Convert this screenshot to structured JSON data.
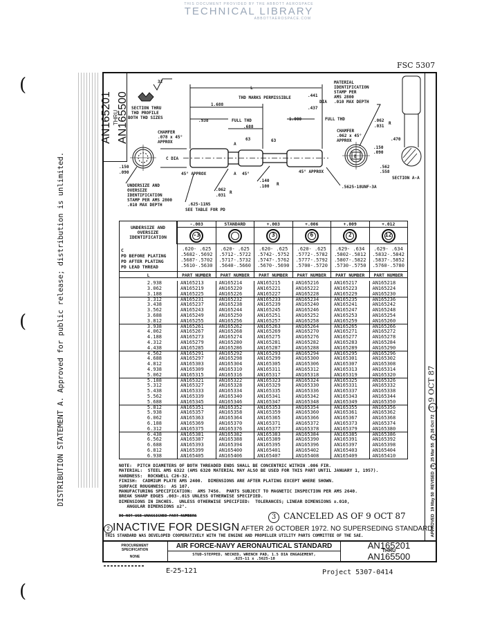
{
  "watermark": {
    "line1": "THIS DOCUMENT PROVIDED BY THE ABBOTT AEROSPACE",
    "line2": "TECHNICAL LIBRARY",
    "line3": "ABBOTTAEROSPACE.COM"
  },
  "fsc": "FSC 5307",
  "distribution": "DISTRIBUTION STATEMENT A.  Approved for public release; distribution is unlimited.",
  "side_title": {
    "first": "AN165201",
    "thru": "THRU",
    "last": "AN165500"
  },
  "revisions": {
    "approved": "APPROVED",
    "approved_date": "19 May 50",
    "revised": "REVISED",
    "r1": "1",
    "r1_date": "25 Mar 55",
    "r2": "2",
    "r2_date": "26 Oct 72",
    "r3": "3",
    "r3_date": "9 OCT 87"
  },
  "drawing": {
    "surface": "32",
    "section_thru": "SECTION THRU",
    "thd_profile": "THD PROFILE",
    "both_thd": "BOTH THD SIZES",
    "L": "L",
    "thd_marks": "THD MARKS PERMISSIBLE",
    "dia_max": ".441",
    "dia_min": ".437",
    "dia": "DIA",
    "d1688": "1.688",
    "d938": ".938",
    "full_thd": "FULL THD",
    "d688": ".688",
    "r63": "63",
    "d1000": "1.000",
    "chamfer": "CHAMFER",
    "chamfer_l": ".078 x 45°",
    "chamfer_r": ".062 x 45°",
    "approx": "APPROX",
    "approx45": "45° APPROX",
    "deg45": "45°",
    "c_dia": "C DIA",
    "sec_a": "A",
    "r140": ".140",
    "r100": ".100",
    "r_label": "R",
    "r062": ".062",
    "r031": ".031",
    "thread_l": ".625-11NS",
    "see_table": "SEE TABLE FOR PD",
    "thread_r": ".5625-18UNF-3A",
    "d150": ".150",
    "d090": ".090",
    "stamp_l": [
      "UNDERSIZE AND",
      "OVERSIZE",
      "IDENTIFICATION",
      "STAMP PER AMS 2800",
      ".010 MAX DEPTH"
    ],
    "stamp_r": [
      "MATERIAL",
      "IDENTIFICATION",
      "STAMP PER",
      "AMS 2800",
      ".010 MAX DEPTH"
    ],
    "d470": ".470",
    "d562": ".562",
    "d558": ".558",
    "section_aa": "SECTION A-A",
    "stamp_mark": "E"
  },
  "table": {
    "ident_label": "UNDERSIZE AND OVERSIZE IDENTIFICATION",
    "spec_labels": [
      "C",
      "PD BEFORE PLATING",
      "PD AFTER PLATING",
      "PD LEAD THREAD"
    ],
    "L_header": "L",
    "columns": [
      {
        "label": "-.003",
        "symbol": "-3",
        "c": ".620- .625",
        "pd_before": ".5682-.5692",
        "pd_after": ".5687-.5702",
        "pd_lead": ".5610-.5630",
        "part_header": "PART NUMBER"
      },
      {
        "label": "STANDARD",
        "symbol": "",
        "c": ".620- .625",
        "pd_before": ".5712-.5722",
        "pd_after": ".5717-.5732",
        "pd_lead": ".5640-.5660",
        "part_header": "PART NUMBER"
      },
      {
        "label": "+.003",
        "symbol": "3",
        "c": ".620- .625",
        "pd_before": ".5742-.5752",
        "pd_after": ".5747-.5762",
        "pd_lead": ".5670-.5690",
        "part_header": "PART NUMBER"
      },
      {
        "label": "+.006",
        "symbol": "6",
        "c": ".620- .625",
        "pd_before": ".5772-.5782",
        "pd_after": ".5777-.5792",
        "pd_lead": ".5700-.5720",
        "part_header": "PART NUMBER"
      },
      {
        "label": "+.009",
        "symbol": "2",
        "c": ".629- .634",
        "pd_before": ".5802-.5812",
        "pd_after": ".5807-.5822",
        "pd_lead": ".5730-.5750",
        "part_header": "PART NUMBER"
      },
      {
        "label": "+.012",
        "symbol": "12",
        "c": ".629- .634",
        "pd_before": ".5832-.5842",
        "pd_after": ".5837-.5852",
        "pd_lead": ".5760-.5780",
        "part_header": "PART NUMBER"
      }
    ],
    "rows": [
      {
        "L": "2.938",
        "parts": [
          "AN165213",
          "AN165214",
          "AN165215",
          "AN165216",
          "AN165217",
          "AN165218"
        ]
      },
      {
        "L": "3.062",
        "parts": [
          "AN165219",
          "AN165220",
          "AN165221",
          "AN165222",
          "AN165223",
          "AN165224"
        ]
      },
      {
        "L": "3.188",
        "parts": [
          "AN165225",
          "AN165226",
          "AN165227",
          "AN165228",
          "AN165229",
          "AN165230"
        ]
      },
      {
        "L": "3.312",
        "parts": [
          "AN165231",
          "AN165232",
          "AN165233",
          "AN165234",
          "AN165235",
          "AN165236"
        ]
      },
      {
        "L": "3.438",
        "parts": [
          "AN165237",
          "AN165238",
          "AN165239",
          "AN165240",
          "AN165241",
          "AN165242"
        ]
      },
      {
        "L": "3.562",
        "parts": [
          "AN165243",
          "AN165244",
          "AN165245",
          "AN165246",
          "AN165247",
          "AN165248"
        ]
      },
      {
        "L": "3.688",
        "parts": [
          "AN165249",
          "AN165250",
          "AN165251",
          "AN165252",
          "AN165253",
          "AN165254"
        ]
      },
      {
        "L": "3.812",
        "parts": [
          "AN165255",
          "AN165256",
          "AN165257",
          "AN165258",
          "AN165259",
          "AN165260"
        ]
      },
      {
        "L": "3.938",
        "parts": [
          "AN165261",
          "AN165262",
          "AN165263",
          "AN165264",
          "AN165265",
          "AN165266"
        ]
      },
      {
        "L": "4.062",
        "parts": [
          "AN165267",
          "AN165268",
          "AN165269",
          "AN165270",
          "AN165271",
          "AN165272"
        ]
      },
      {
        "L": "4.188",
        "parts": [
          "AN165273",
          "AN165274",
          "AN165275",
          "AN165276",
          "AN165277",
          "AN165278"
        ]
      },
      {
        "L": "4.312",
        "parts": [
          "AN165279",
          "AN165280",
          "AN165281",
          "AN165282",
          "AN165283",
          "AN165284"
        ]
      },
      {
        "L": "4.438",
        "parts": [
          "AN165285",
          "AN165286",
          "AN165287",
          "AN165288",
          "AN165289",
          "AN165290"
        ]
      },
      {
        "L": "4.562",
        "parts": [
          "AN165291",
          "AN165292",
          "AN165293",
          "AN165294",
          "AN165295",
          "AN165296"
        ]
      },
      {
        "L": "4.688",
        "parts": [
          "AN165297",
          "AN165298",
          "AN165299",
          "AN165300",
          "AN165301",
          "AN165302"
        ]
      },
      {
        "L": "4.812",
        "parts": [
          "AN165303",
          "AN165304",
          "AN165305",
          "AN165306",
          "AN165307",
          "AN165308"
        ]
      },
      {
        "L": "4.938",
        "parts": [
          "AN165309",
          "AN165310",
          "AN165311",
          "AN165312",
          "AN165313",
          "AN165314"
        ]
      },
      {
        "L": "5.062",
        "parts": [
          "AN165315",
          "AN165316",
          "AN165317",
          "AN165318",
          "AN165319",
          "AN165320"
        ]
      },
      {
        "L": "5.188",
        "parts": [
          "AN165321",
          "AN165322",
          "AN165323",
          "AN165324",
          "AN165325",
          "AN165326"
        ]
      },
      {
        "L": "5.312",
        "parts": [
          "AN165327",
          "AN165328",
          "AN165329",
          "AN165330",
          "AN165331",
          "AN165332"
        ]
      },
      {
        "L": "5.438",
        "parts": [
          "AN165333",
          "AN165334",
          "AN165335",
          "AN165336",
          "AN165337",
          "AN165338"
        ]
      },
      {
        "L": "5.562",
        "parts": [
          "AN165339",
          "AN165340",
          "AN165341",
          "AN165342",
          "AN165343",
          "AN165344"
        ]
      },
      {
        "L": "5.688",
        "parts": [
          "AN165345",
          "AN165346",
          "AN165347",
          "AN165348",
          "AN165349",
          "AN165350"
        ]
      },
      {
        "L": "5.812",
        "parts": [
          "AN165351",
          "AN165352",
          "AN165353",
          "AN165354",
          "AN165355",
          "AN165356"
        ]
      },
      {
        "L": "5.938",
        "parts": [
          "AN165357",
          "AN165358",
          "AN165359",
          "AN165360",
          "AN165361",
          "AN165362"
        ]
      },
      {
        "L": "6.062",
        "parts": [
          "AN165363",
          "AN165364",
          "AN165365",
          "AN165366",
          "AN165367",
          "AN165368"
        ]
      },
      {
        "L": "6.188",
        "parts": [
          "AN165369",
          "AN165370",
          "AN165371",
          "AN165372",
          "AN165373",
          "AN165374"
        ]
      },
      {
        "L": "6.312",
        "parts": [
          "AN165375",
          "AN165376",
          "AN165377",
          "AN165378",
          "AN165379",
          "AN165380"
        ]
      },
      {
        "L": "6.438",
        "parts": [
          "AN165381",
          "AN165382",
          "AN165383",
          "AN165384",
          "AN165385",
          "AN165386"
        ]
      },
      {
        "L": "6.562",
        "parts": [
          "AN165387",
          "AN165388",
          "AN165389",
          "AN165390",
          "AN165391",
          "AN165392"
        ]
      },
      {
        "L": "6.688",
        "parts": [
          "AN165393",
          "AN165394",
          "AN165395",
          "AN165396",
          "AN165397",
          "AN165398"
        ]
      },
      {
        "L": "6.812",
        "parts": [
          "AN165399",
          "AN165400",
          "AN165401",
          "AN165402",
          "AN165403",
          "AN165404"
        ]
      },
      {
        "L": "6.938",
        "parts": [
          "AN165405",
          "AN165406",
          "AN165407",
          "AN165408",
          "AN165409",
          "AN165410"
        ]
      }
    ]
  },
  "notes": [
    "NOTE:  PITCH DIAMETERS OF BOTH THREADED ENDS SHALL BE CONCENTRIC WITHIN .006 FIR.",
    "MATERIAL:  STEEL AMS 6322 (AMS 6320 MATERIAL MAY ALSO BE USED FOR THIS PART UNTIL JANUARY 1, 1957).",
    "HARDNESS:  ROCKWELL C26-32.",
    "FINISH:  CADMIUM PLATE AMS 2400.  DIMENSIONS ARE AFTER PLATING EXCEPT WHERE SHOWN.",
    "SURFACE ROUGHNESS:  AS 107.",
    "MANUFACTURING SPECIFICATION:  AMS 7456.  PARTS SUBJECT TO MAGNETIC INSPECTION PER AMS 2640.",
    "BREAK SHARP EDGES .003-.015 UNLESS OTHERWISE SPECIFIED.",
    "DIMENSIONS IN INCHES.  UNLESS OTHERWISE SPECIFIED:  TOLERANCES; LINEAR DIMENSIONS ±.010,",
    "   ANGULAR DIMENSIONS ±2°."
  ],
  "cancel": {
    "num": "3",
    "text": "CANCELED AS OF 9 OCT 87"
  },
  "inactive": {
    "num": "2",
    "struck": "DO NOT USE UNASSIGNED PART NUMBERS",
    "big": "INACTIVE FOR DESIGN",
    "after": " AFTER 26 OCTOBER 1972.",
    "nosup": "   NO SUPERSEDING STANDARD."
  },
  "sae_note": "THIS STANDARD WAS DEVELOPED COOPERATIVELY WITH THE ENGINE AND PROPELLER UTILITY PARTS COMMITTEE OF THE SAE.",
  "title_block": {
    "proc_label": "PROCUREMENT SPECIFICATION",
    "proc_value": "NONE",
    "org": "AIR FORCE-NAVY AERONAUTICAL STANDARD",
    "desc1": "STUD-STEPPED, NECKED, WRENCH PAD, 1.5 DIA ENGAGEMENT,",
    "desc2": ".625-11 x .5625-18",
    "first": "AN165201",
    "thru": "THRU",
    "last": "AN165500"
  },
  "footer": {
    "code": "E-25-121",
    "project": "Project 5307-0414"
  }
}
